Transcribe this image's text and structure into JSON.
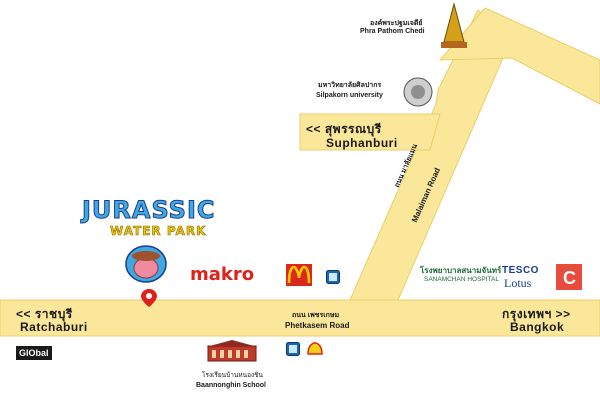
{
  "colors": {
    "road": "#fbe79a",
    "road_edge": "#e9cf6a",
    "background": "#ffffff",
    "jurassic_blue": "#3da9e0",
    "makro_red": "#e0201b",
    "mcd_yellow": "#ffcc00",
    "mcd_red": "#da291c",
    "pin_red": "#e0201b",
    "tesco_blue": "#1a3b8f",
    "school_red": "#c0392b",
    "shell_yellow": "#f7d117"
  },
  "west": {
    "arrow": "<<",
    "label_th": "ราชบุรี",
    "label_en": "Ratchaburi"
  },
  "east": {
    "arrow": ">>",
    "label_th": "กรุงเทพฯ",
    "label_en": "Bangkok"
  },
  "north": {
    "arrow": "<<",
    "label_th": "สุพรรณบุรี",
    "label_en": "Suphanburi"
  },
  "roads": {
    "phetkasem_th": "ถนน เพชรเกษม",
    "phetkasem_en": "Phetkasem Road",
    "malaiman_th": "ถนน มาลัยแมน",
    "malaiman_en": "Malaiman Road"
  },
  "landmarks": {
    "phra_pathom_th": "องค์พระปฐมเจดีย์",
    "phra_pathom_en": "Phra Pathom Chedi",
    "silpakorn_th": "มหาวิทยาลัยศิลปากร",
    "silpakorn_en": "Silpakorn university",
    "school_th": "โรงเรียนบ้านหนองชิน",
    "school_en": "Baannonghin School",
    "hospital_th": "โรงพยาบาลสนามจันทร์",
    "hospital_en": "SANAMCHAN HOSPITAL"
  },
  "brands": {
    "jurassic_1": "JURASSIC",
    "jurassic_2": "WATER PARK",
    "makro": "makro",
    "tesco": "TESCO",
    "lotus": "Lotus",
    "global": "GlObal"
  },
  "icons": [
    "pin-icon",
    "mcdonalds-icon",
    "gas-station-icon",
    "shell-icon",
    "chedi-icon",
    "university-seal-icon",
    "school-building-icon",
    "big-c-icon",
    "hospital-icon"
  ]
}
